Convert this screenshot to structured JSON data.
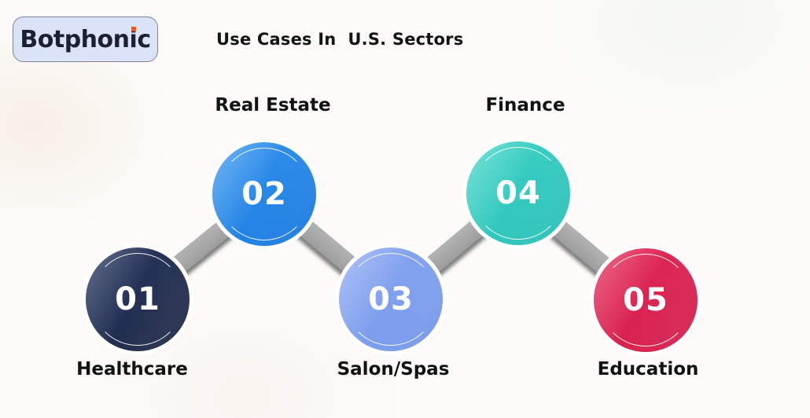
{
  "brand": {
    "logo_text_pre": "Botphon",
    "logo_text_i": "i",
    "logo_text_post": "c",
    "logo_bg": "#dbe3f8",
    "logo_dot_color": "#f25a14"
  },
  "header": {
    "title": "Use Cases In  U.S. Sectors"
  },
  "diagram": {
    "connector_color": "#a9a9a9",
    "steps": [
      {
        "number": "01",
        "label": "Healthcare",
        "position": "bottom",
        "color_light": "#2b3b64",
        "color_dark": "#1a2340"
      },
      {
        "number": "02",
        "label": "Real Estate",
        "position": "top",
        "color_light": "#3f9bf1",
        "color_dark": "#0e72dd"
      },
      {
        "number": "03",
        "label": "Salon/Spas",
        "position": "bottom",
        "color_light": "#90acf3",
        "color_dark": "#6e92ea"
      },
      {
        "number": "04",
        "label": "Finance",
        "position": "top",
        "color_light": "#48d7c9",
        "color_dark": "#1fbcb4"
      },
      {
        "number": "05",
        "label": "Education",
        "position": "bottom",
        "color_light": "#e6315e",
        "color_dark": "#d01545"
      }
    ]
  }
}
